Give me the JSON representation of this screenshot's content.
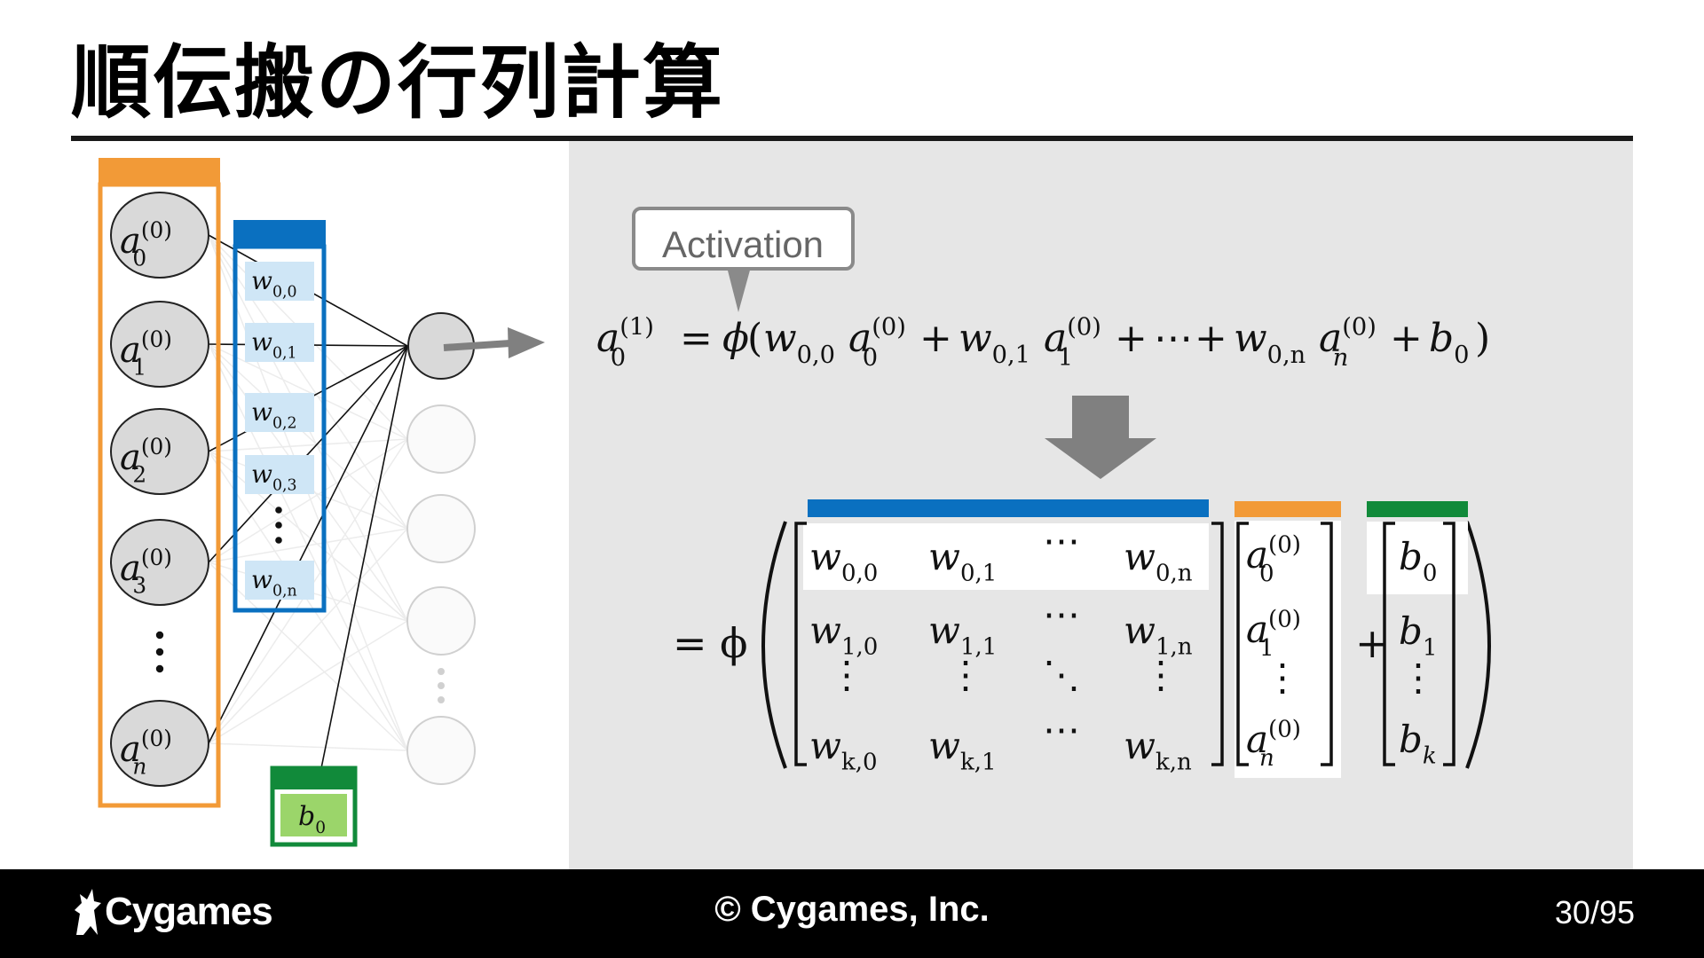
{
  "slide": {
    "title": "順伝搬の行列計算",
    "page": "30/95"
  },
  "footer": {
    "logo": "Cygames",
    "copyright": "© Cygames, Inc."
  },
  "network": {
    "inputs": [
      {
        "base": "a",
        "sub": "0",
        "sup": "(0)"
      },
      {
        "base": "a",
        "sub": "1",
        "sup": "(0)"
      },
      {
        "base": "a",
        "sub": "2",
        "sup": "(0)"
      },
      {
        "base": "a",
        "sub": "3",
        "sup": "(0)"
      },
      {
        "base": "a",
        "sub": "n",
        "sup": "(0)"
      }
    ],
    "weights": [
      {
        "base": "w",
        "sub": "0,0"
      },
      {
        "base": "w",
        "sub": "0,1"
      },
      {
        "base": "w",
        "sub": "0,2"
      },
      {
        "base": "w",
        "sub": "0,3"
      },
      {
        "base": "w",
        "sub": "0,n"
      }
    ],
    "bias": {
      "base": "b",
      "sub": "0"
    }
  },
  "callout": "Activation",
  "equation": {
    "lhs": {
      "base": "a",
      "sub": "0",
      "sup": "(1)"
    },
    "eq": "=",
    "phi": "ϕ",
    "open": "(",
    "close": ")",
    "terms": [
      {
        "w": {
          "base": "w",
          "sub": "0,0"
        },
        "a": {
          "base": "a",
          "sub": "0",
          "sup": "(0)"
        }
      },
      {
        "w": {
          "base": "w",
          "sub": "0,1"
        },
        "a": {
          "base": "a",
          "sub": "1",
          "sup": "(0)"
        }
      },
      {
        "w": {
          "base": "w",
          "sub": "0,n"
        },
        "a": {
          "base": "a",
          "sub": "n",
          "sup": "(0)"
        }
      }
    ],
    "plus": "+",
    "cdots": "⋯",
    "bias": {
      "base": "b",
      "sub": "0"
    }
  },
  "matrix": {
    "lead": "= ϕ",
    "plus": "+",
    "w_rows": [
      [
        {
          "base": "w",
          "sub": "0,0"
        },
        {
          "base": "w",
          "sub": "0,1"
        },
        {
          "text": "⋯"
        },
        {
          "base": "w",
          "sub": "0,n"
        }
      ],
      [
        {
          "base": "w",
          "sub": "1,0"
        },
        {
          "base": "w",
          "sub": "1,1"
        },
        {
          "text": "⋯"
        },
        {
          "base": "w",
          "sub": "1,n"
        }
      ],
      [
        {
          "text": "⋮"
        },
        {
          "text": "⋮"
        },
        {
          "text": "⋱"
        },
        {
          "text": "⋮"
        }
      ],
      [
        {
          "base": "w",
          "sub": "k,0"
        },
        {
          "base": "w",
          "sub": "k,1"
        },
        {
          "text": "⋯"
        },
        {
          "base": "w",
          "sub": "k,n"
        }
      ]
    ],
    "a_col": [
      {
        "base": "a",
        "sub": "0",
        "sup": "(0)"
      },
      {
        "base": "a",
        "sub": "1",
        "sup": "(0)"
      },
      {
        "text": "⋮"
      },
      {
        "base": "a",
        "sub": "n",
        "sup": "(0)"
      }
    ],
    "b_col": [
      {
        "base": "b",
        "sub": "0"
      },
      {
        "base": "b",
        "sub": "1"
      },
      {
        "text": "⋮"
      },
      {
        "base": "b",
        "sub": "k"
      }
    ]
  },
  "colors": {
    "input_orange": "#f29a37",
    "weight_blue": "#0a70c0",
    "weight_cell": "#cfe6f6",
    "bias_green": "#118a3a",
    "bias_cell": "#9bd56a",
    "arrow_gray": "#808080",
    "node_fill": "#d9d9d9",
    "faded_node": "#c8c8c8",
    "panel": "#e6e6e6"
  }
}
